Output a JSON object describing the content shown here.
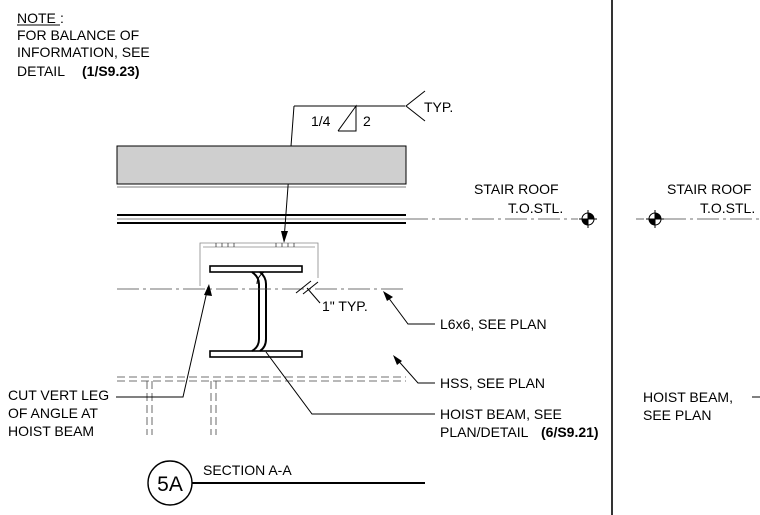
{
  "note": {
    "heading": "NOTE",
    "colon": ":",
    "line1": "FOR BALANCE OF",
    "line2": "INFORMATION, SEE",
    "line3": "DETAIL",
    "ref": "(1/S9.23)"
  },
  "weld": {
    "size": "1/4",
    "length": "2",
    "tail": "TYP."
  },
  "elevation": {
    "label": "STAIR ROOF",
    "sub": "T.O.STL."
  },
  "dimension": {
    "spacing": "1\" TYP."
  },
  "callouts": {
    "angle": "L6x6, SEE PLAN",
    "hss": "HSS, SEE PLAN",
    "beam1": "HOIST BEAM, SEE",
    "beam2": "PLAN/DETAIL",
    "beam_ref": "(6/S9.21)",
    "cut1": "CUT VERT LEG",
    "cut2": "OF ANGLE AT",
    "cut3": "HOIST BEAM"
  },
  "title": {
    "mark": "5A",
    "name": "SECTION A-A"
  },
  "adjacent": {
    "elev_label": "STAIR ROOF",
    "elev_sub": "T.O.STL.",
    "beam1": "HOIST BEAM,",
    "beam2": "SEE PLAN"
  }
}
